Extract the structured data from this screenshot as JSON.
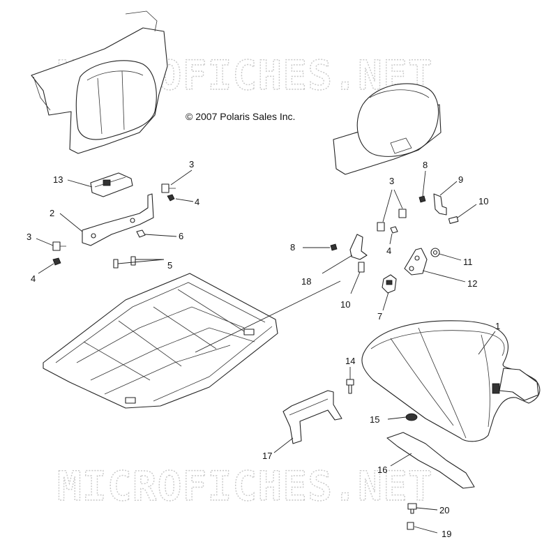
{
  "copyright": "© 2007 Polaris Sales Inc.",
  "watermark": "MICROFICHES.NET",
  "callouts": {
    "n1": "1",
    "n2": "2",
    "n3a": "3",
    "n3b": "3",
    "n3c": "3",
    "n4a": "4",
    "n4b": "4",
    "n4c": "4",
    "n5": "5",
    "n6": "6",
    "n7": "7",
    "n8a": "8",
    "n8b": "8",
    "n9": "9",
    "n10a": "10",
    "n10b": "10",
    "n11": "11",
    "n12": "12",
    "n13": "13",
    "n14": "14",
    "n15": "15",
    "n16": "16",
    "n17": "17",
    "n18": "18",
    "n19": "19",
    "n20": "20"
  }
}
